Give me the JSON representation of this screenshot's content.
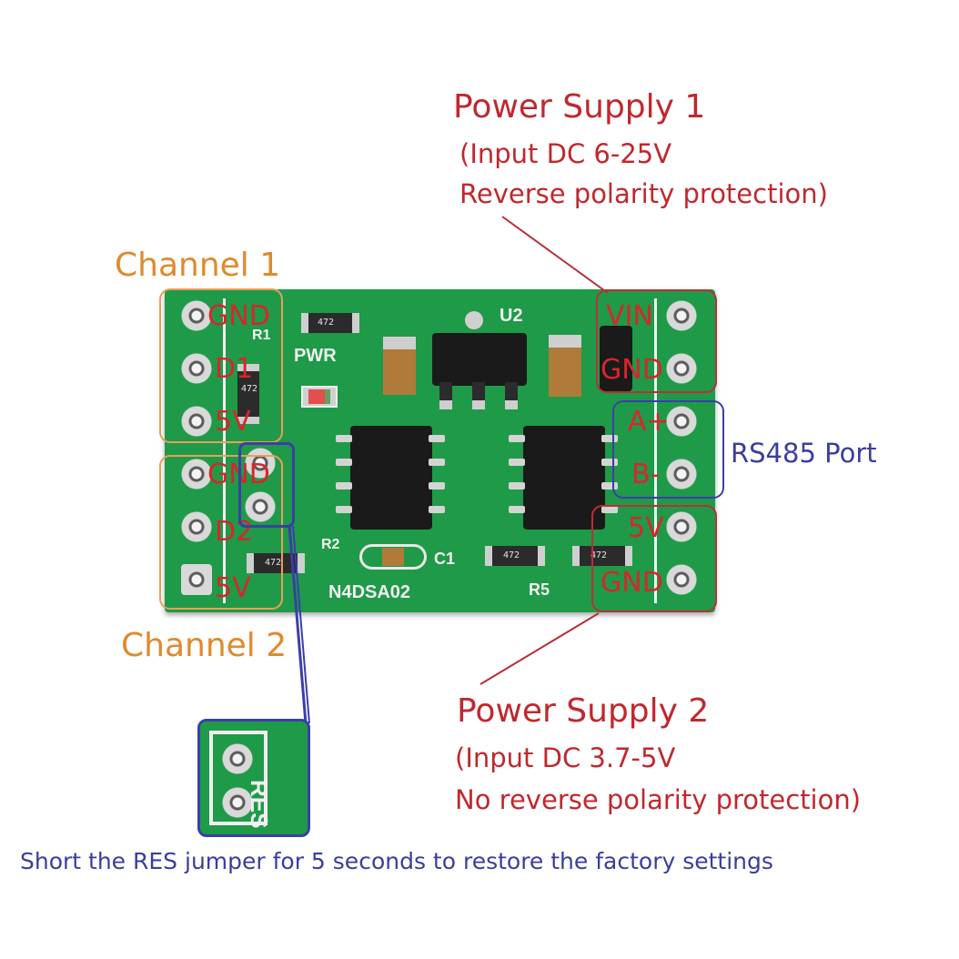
{
  "image_title": "N4DSA02 module pinout",
  "annotations": {
    "power1_title": "Power Supply 1",
    "power1_line1": "(Input DC 6-25V",
    "power1_line2": "Reverse polarity protection)",
    "power2_title": "Power Supply 2",
    "power2_line1": "(Input DC 3.7-5V",
    "power2_line2": "No reverse polarity protection)",
    "channel1": "Channel 1",
    "channel2": "Channel 2",
    "rs485": "RS485 Port",
    "reset_note": "Short the RES jumper for 5 seconds to restore the factory settings"
  },
  "left_pins": [
    "GND",
    "D1",
    "5V",
    "GND",
    "D2",
    "5V"
  ],
  "right_pins": [
    "VIN",
    "GND",
    "A+",
    "B-",
    "5V",
    "GND"
  ],
  "silkscreen": {
    "board_name": "N4DSA02",
    "pwr": "PWR",
    "u2": "U2",
    "r1": "R1",
    "r2": "R2",
    "r5": "R5",
    "c1": "C1",
    "res_label": "RES",
    "resistor_code": "472"
  },
  "colors": {
    "power_red": "#c0282e",
    "channel_orange": "#e08a2c",
    "rs485_blue": "#3b3e9c",
    "pcb_green": "#1f9a48"
  }
}
